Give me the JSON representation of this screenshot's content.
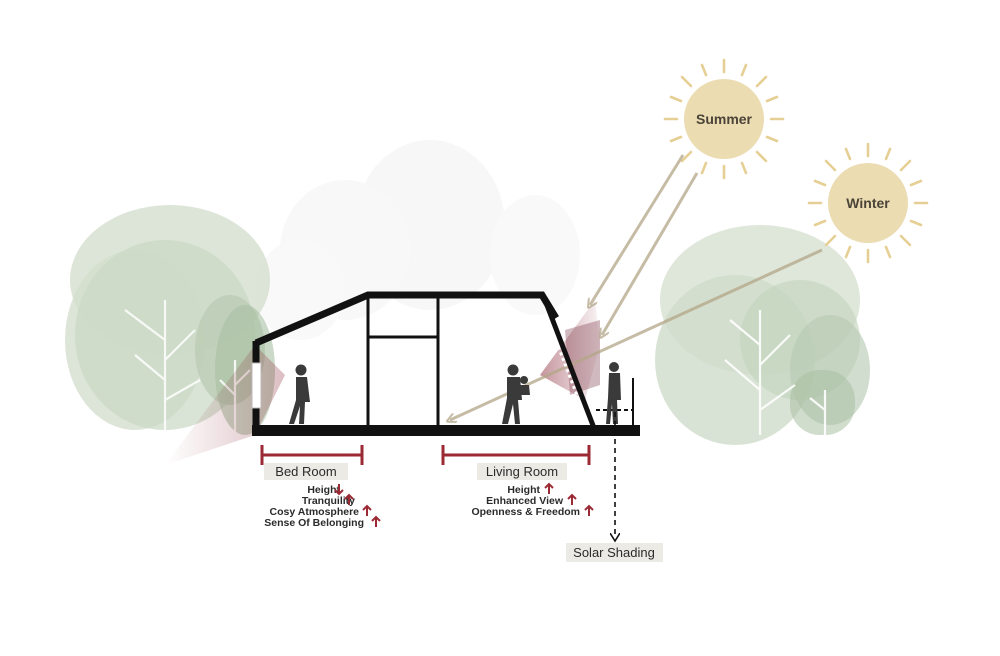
{
  "suns": {
    "summer": "Summer",
    "winter": "Winter"
  },
  "colors": {
    "sun": "#ecdcb2",
    "sun_ray": "#e6cf94",
    "tree": "#c9d8c4",
    "structure": "#111111",
    "accent": "#9b2a35",
    "arrow": "#b3a688",
    "label_bg": "#eceae4"
  },
  "bedroom": {
    "title": "Bed Room",
    "attributes": [
      {
        "label": "Height",
        "trend": "down"
      },
      {
        "label": "Tranquility",
        "trend": "up"
      },
      {
        "label": "Cosy Atmosphere",
        "trend": "up"
      },
      {
        "label": "Sense Of Belonging",
        "trend": "up"
      }
    ]
  },
  "living_room": {
    "title": "Living Room",
    "attributes": [
      {
        "label": "Height",
        "trend": "up"
      },
      {
        "label": "Enhanced View",
        "trend": "up"
      },
      {
        "label": "Openness & Freedom",
        "trend": "up"
      }
    ]
  },
  "solar_shading": "Solar Shading"
}
